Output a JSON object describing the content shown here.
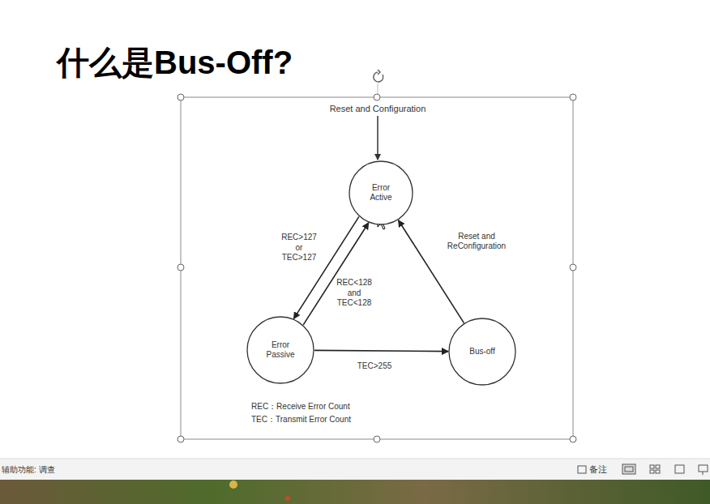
{
  "diagram": {
    "title": "什么是Bus-Off?",
    "nodes": [
      {
        "text": [
          "Error Active"
        ]
      },
      {
        "text": [
          "Error Passive"
        ]
      },
      {
        "text": [
          "Bus-off"
        ]
      }
    ],
    "edges": [
      {
        "from": 0,
        "to": 1,
        "label": "REC>127 or TEC>127",
        "arrow": "to"
      },
      {
        "from": 1,
        "to": 0,
        "label": "REC<128 and TEC<128",
        "arrow": "to"
      },
      {
        "from": 1,
        "to": 2,
        "label": "TEC>255",
        "arrow": "to"
      },
      {
        "from": 2,
        "to": 0,
        "label": "Reset and ReConfiguration",
        "arrow": "to"
      }
    ],
    "labels": [
      "Reset and Configuration",
      "REC：Receive Error Count",
      "TEC：Transmit Error Count",
      "辅助功能: 调查",
      "备注"
    ]
  }
}
